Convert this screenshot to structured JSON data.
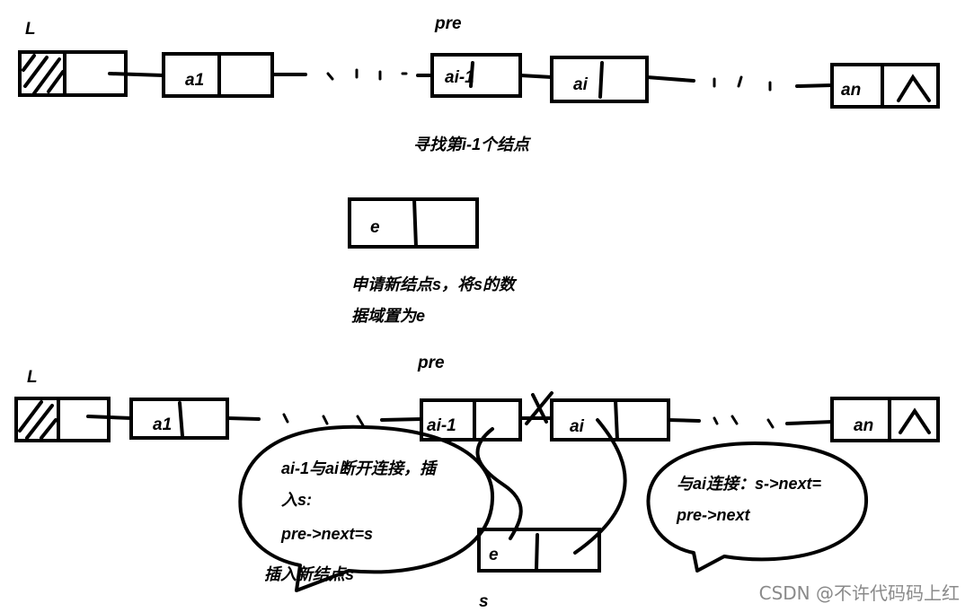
{
  "top": {
    "head_label": "L",
    "pre_label": "pre",
    "nodes": [
      "a1",
      "ai-1",
      "ai",
      "an"
    ],
    "caption": "寻找第i-1个结点"
  },
  "middle": {
    "new_node": "e",
    "caption_line1": "申请新结点s，将s的数",
    "caption_line2": "据域置为e"
  },
  "bottom": {
    "head_label": "L",
    "pre_label": "pre",
    "nodes": [
      "a1",
      "ai-1",
      "ai",
      "an"
    ],
    "new_node": "e",
    "s_label": "s",
    "bubble_left_line1": "ai-1与ai断开连接，插",
    "bubble_left_line2": "入s:",
    "bubble_left_line3": "pre->next=s",
    "bubble_left_tail": "插入新结点s",
    "bubble_right_line1": "与ai连接：s->next=",
    "bubble_right_line2": "pre->next"
  },
  "watermark": "CSDN @不许代码码上红"
}
